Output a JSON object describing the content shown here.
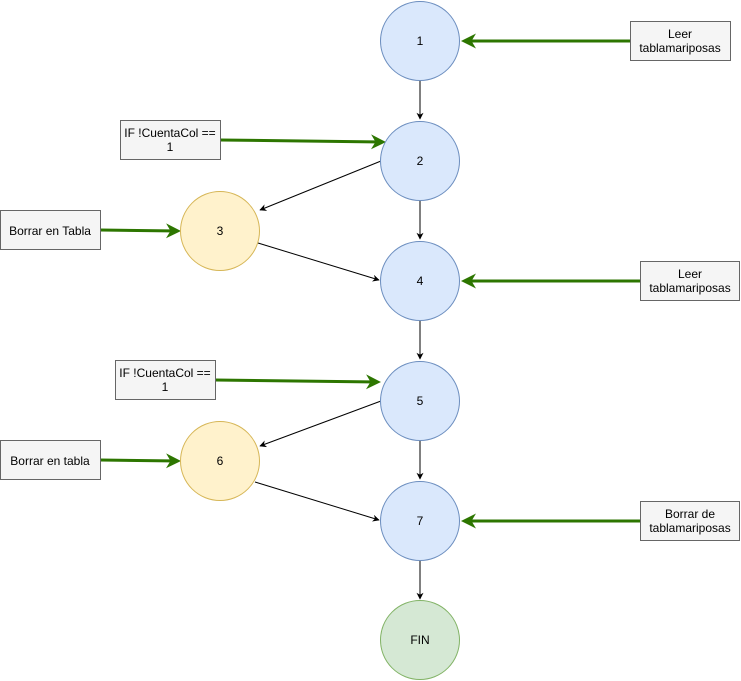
{
  "colors": {
    "node_blue_fill": "#dae8fc",
    "node_blue_stroke": "#6c8ebf",
    "node_yellow_fill": "#fff2cc",
    "node_yellow_stroke": "#d6b656",
    "node_green_fill": "#d5e8d4",
    "node_green_stroke": "#82b366",
    "box_fill": "#f5f5f5",
    "box_stroke": "#666666",
    "edge_black": "#000000",
    "edge_green": "#2d7600"
  },
  "nodes": {
    "n1": "1",
    "n2": "2",
    "n3": "3",
    "n4": "4",
    "n5": "5",
    "n6": "6",
    "n7": "7",
    "fin": "FIN"
  },
  "boxes": {
    "leer_1": [
      "Leer",
      "tablamariposas"
    ],
    "if_1": [
      "IF !CuentaCol ==",
      "1"
    ],
    "borrar_tabla_1": [
      "Borrar en Tabla"
    ],
    "leer_2": [
      "Leer",
      "tablamariposas"
    ],
    "if_2": [
      "IF !CuentaCol ==",
      "1"
    ],
    "borrar_tabla_2": [
      "Borrar en tabla"
    ],
    "borrar_de": [
      "Borrar de",
      "tablamariposas"
    ]
  }
}
